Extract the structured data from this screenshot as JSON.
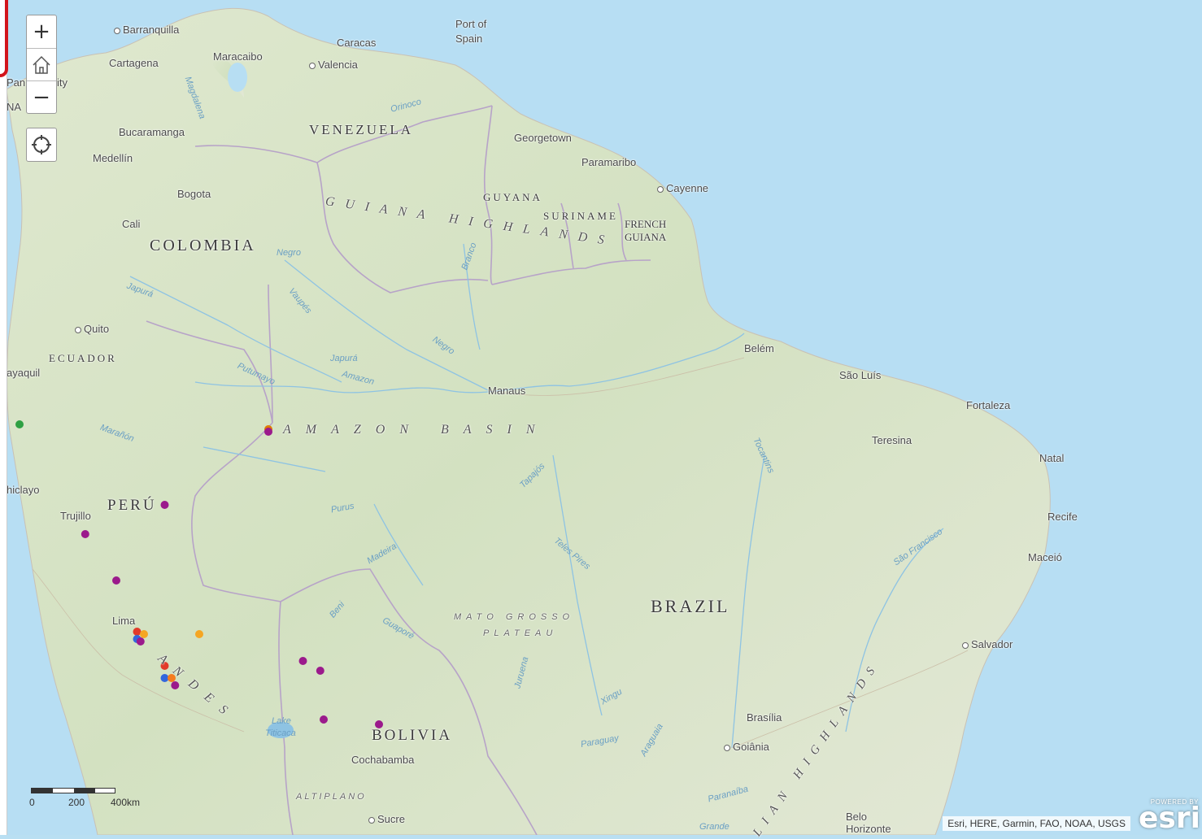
{
  "map": {
    "controls": {
      "zoom_in": "+",
      "home": "home",
      "zoom_out": "−",
      "locate": "locate"
    },
    "countries": [
      "VENEZUELA",
      "GUYANA",
      "SURINAME",
      "FRENCH",
      "GUIANA",
      "COLOMBIA",
      "ECUADOR",
      "PERÚ",
      "BRAZIL",
      "BOLIVIA"
    ],
    "regions": [
      "G U I A N A   H I G H L A N D S",
      "A M A Z O N   B A S I N",
      "M A T O   G R O S S O",
      "P L A T E A U",
      "A N D E S",
      "ALTIPLANO",
      "LIAN HIGHLANDS"
    ],
    "cities": [
      "Barranquilla",
      "Cartagena",
      "Maracaibo",
      "Caracas",
      "Valencia",
      "Port of",
      "Spain",
      "Bucaramanga",
      "Medellín",
      "Bogota",
      "Cali",
      "Georgetown",
      "Paramaribo",
      "Cayenne",
      "Quito",
      "ayaquil",
      "hiclayo",
      "Trujillo",
      "Lima",
      "Manaus",
      "Belém",
      "São Luís",
      "Fortaleza",
      "Teresina",
      "Natal",
      "Recife",
      "Maceió",
      "Salvador",
      "Brasília",
      "Goiânia",
      "Cochabamba",
      "Sucre",
      "Belo",
      "Horizonte",
      "Pan",
      "ity",
      "NA"
    ],
    "rivers": [
      "Orinoco",
      "Magdalena",
      "Negro",
      "Branco",
      "Vaupés",
      "Japurá",
      "Amazon",
      "Putumayo",
      "Marañón",
      "Negro",
      "Tocantins",
      "Tapajós",
      "Purus",
      "Madeira",
      "Teles Pires",
      "São Francisco",
      "Beni",
      "Guaporé",
      "Juruena",
      "Xingu",
      "Araguaia",
      "Paraguay",
      "Paranaíba",
      "Grande",
      "Lake",
      "Titicaca",
      "Japurá"
    ],
    "points": [
      {
        "lat": -3.5,
        "lon": -80.4,
        "color": "#2ea043"
      },
      {
        "lat": -3.7,
        "lon": -73.2,
        "color": "#e07b00"
      },
      {
        "lat": -3.8,
        "lon": -73.2,
        "color": "#9b1a8c"
      },
      {
        "lat": -6.8,
        "lon": -76.2,
        "color": "#9b1a8c"
      },
      {
        "lat": -8.0,
        "lon": -78.5,
        "color": "#9b1a8c"
      },
      {
        "lat": -9.9,
        "lon": -77.6,
        "color": "#9b1a8c"
      },
      {
        "lat": -12.0,
        "lon": -77.0,
        "color": "#e23a2a"
      },
      {
        "lat": -12.1,
        "lon": -76.8,
        "color": "#f5a623"
      },
      {
        "lat": -12.3,
        "lon": -77.0,
        "color": "#3366dd"
      },
      {
        "lat": -12.4,
        "lon": -76.9,
        "color": "#9b1a8c"
      },
      {
        "lat": -12.1,
        "lon": -75.2,
        "color": "#f5a623"
      },
      {
        "lat": -13.4,
        "lon": -76.2,
        "color": "#e23a2a"
      },
      {
        "lat": -13.9,
        "lon": -76.2,
        "color": "#3366dd"
      },
      {
        "lat": -13.9,
        "lon": -76.0,
        "color": "#f57c20"
      },
      {
        "lat": -14.2,
        "lon": -75.9,
        "color": "#9b1a8c"
      },
      {
        "lat": -13.2,
        "lon": -72.2,
        "color": "#9b1a8c"
      },
      {
        "lat": -13.6,
        "lon": -71.7,
        "color": "#9b1a8c"
      },
      {
        "lat": -15.6,
        "lon": -71.6,
        "color": "#9b1a8c"
      },
      {
        "lat": -15.8,
        "lon": -70.0,
        "color": "#9b1a8c"
      }
    ]
  },
  "scalebar": {
    "labels": [
      "0",
      "200",
      "400km"
    ]
  },
  "attribution": "Esri, HERE, Garmin, FAO, NOAA, USGS",
  "logo": {
    "powered": "POWERED BY",
    "word": "esri"
  }
}
